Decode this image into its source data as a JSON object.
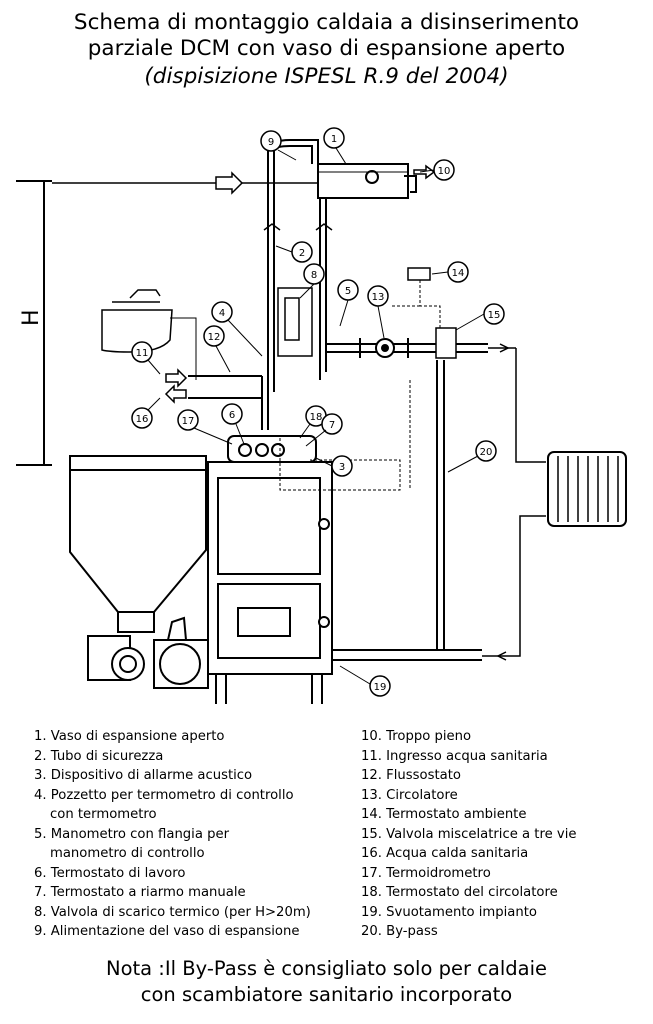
{
  "title": {
    "line1": "Schema di montaggio caldaia a disinserimento",
    "line2": "parziale DCM con vaso di espansione aperto",
    "line3": "(dispisizione  ISPESL R.9 del 2004)"
  },
  "diagram": {
    "height_label": "H",
    "callouts": [
      "1",
      "2",
      "3",
      "4",
      "5",
      "6",
      "7",
      "8",
      "9",
      "10",
      "11",
      "12",
      "13",
      "14",
      "15",
      "16",
      "17",
      "18",
      "19",
      "20"
    ]
  },
  "legend": {
    "left": [
      {
        "line1": "1. Vaso di espansione aperto"
      },
      {
        "line1": "2. Tubo di sicurezza"
      },
      {
        "line1": "3. Dispositivo di allarme acustico"
      },
      {
        "line1": "4. Pozzetto per termometro di controllo",
        "line2": "    con termometro"
      },
      {
        "line1": "5. Manometro con flangia per",
        "line2": "    manometro di controllo"
      },
      {
        "line1": "6. Termostato di lavoro"
      },
      {
        "line1": "7. Termostato a riarmo manuale"
      },
      {
        "line1": "8. Valvola di scarico termico (per H>20m)"
      },
      {
        "line1": "9. Alimentazione del vaso di espansione"
      }
    ],
    "right": [
      "10. Troppo pieno",
      "11. Ingresso acqua sanitaria",
      "12. Flussostato",
      "13. Circolatore",
      "14. Termostato ambiente",
      "15. Valvola miscelatrice a tre vie",
      "16. Acqua calda sanitaria",
      "17. Termoidrometro",
      "18. Termostato del circolatore",
      "19. Svuotamento impianto",
      "20. By-pass"
    ]
  },
  "note": {
    "line1": "Nota :Il By-Pass è consigliato solo per caldaie",
    "line2": "con scambiatore sanitario incorporato"
  }
}
